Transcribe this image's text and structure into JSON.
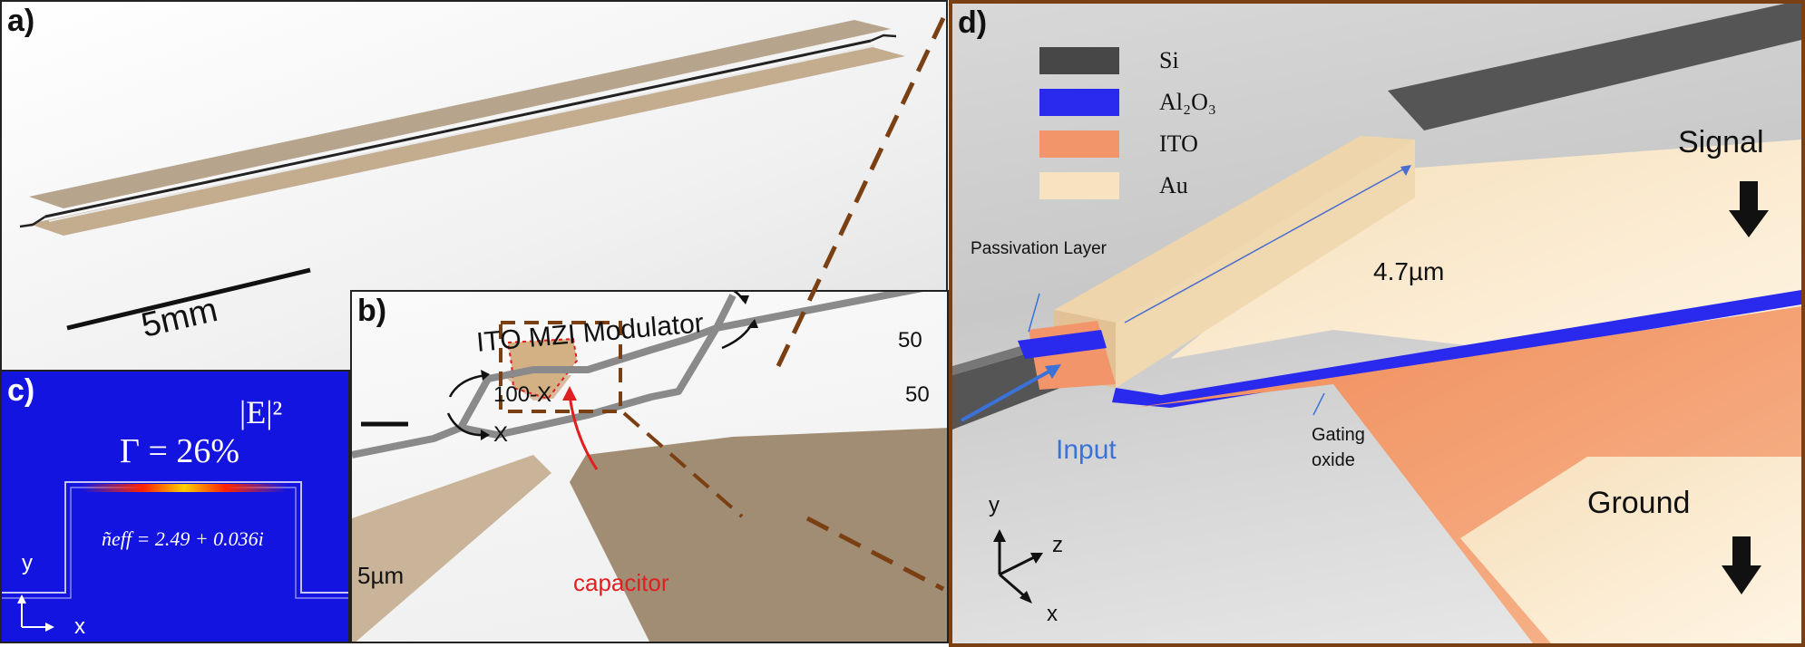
{
  "panel_a": {
    "label": "a)",
    "scale_text": "5mm"
  },
  "panel_b": {
    "label": "b)",
    "title": "ITO MZI Modulator",
    "arm_top": "100-X",
    "arm_bottom": "X",
    "out_top": "50",
    "out_bottom": "50",
    "scale_text": "5µm",
    "capacitor_text": "capacitor"
  },
  "panel_c": {
    "label": "c)",
    "field": "|E|²",
    "confinement": "Γ = 26%",
    "neff": "ñeff = 2.49 + 0.036i",
    "axis_y": "y",
    "axis_x": "x"
  },
  "panel_d": {
    "label": "d)",
    "legend": [
      {
        "name": "Si",
        "color": "#474747"
      },
      {
        "name": "Al₂O₃",
        "color": "#2a2aee"
      },
      {
        "name": "ITO",
        "color": "#f2956a"
      },
      {
        "name": "Au",
        "color": "#f8e3c0"
      }
    ],
    "passivation": "Passivation Layer",
    "length": "4.7µm",
    "signal": "Signal",
    "ground": "Ground",
    "input": "Input",
    "gating_oxide": "Gating oxide",
    "axis_y": "y",
    "axis_z": "z",
    "axis_x": "x"
  },
  "colors": {
    "frame": "#7a3f12",
    "gold": "#b7a48c",
    "ito": "#f2956a",
    "al2o3": "#2a2aee",
    "field_bg": "#1414e0",
    "input_blue": "#3a72d8"
  }
}
